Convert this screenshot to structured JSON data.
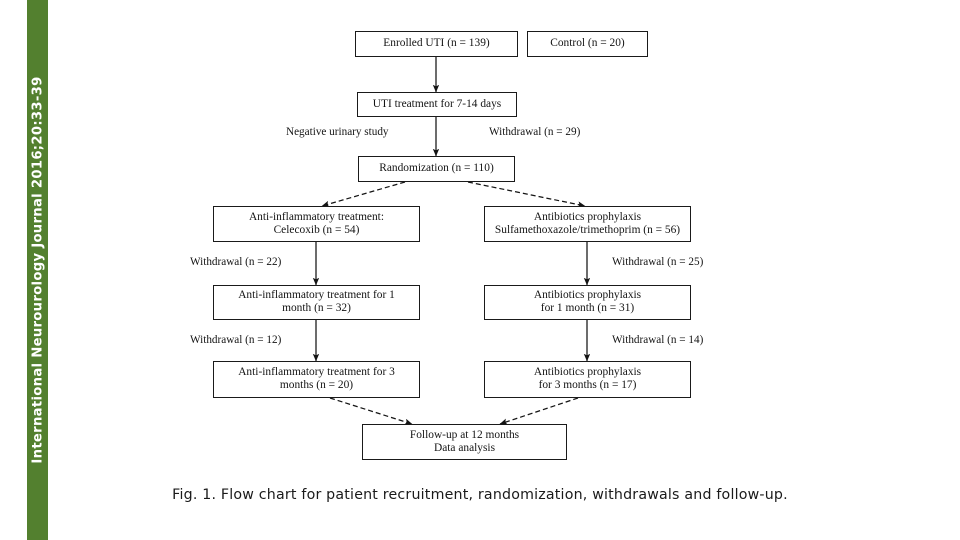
{
  "journal": {
    "spine_text": "International Neurourology Journal 2016;20:33-39",
    "spine_color": "#53802F"
  },
  "figure": {
    "caption": "Fig. 1. Flow chart for patient recruitment, randomization, withdrawals and follow-up."
  },
  "chart_data": {
    "type": "diagram",
    "title": "Flow chart for patient recruitment, randomization, withdrawals and follow-up",
    "diagram_kind": "CONSORT participant flow chart",
    "nodes": [
      {
        "id": "enrolled",
        "label": "Enrolled UTI (n = 139)",
        "n": 139
      },
      {
        "id": "control",
        "label": "Control (n = 20)",
        "n": 20
      },
      {
        "id": "treatment",
        "label": "UTI treatment for 7-14 days",
        "n": null
      },
      {
        "id": "randomization",
        "label": "Randomization (n = 110)",
        "n": 110
      },
      {
        "id": "celecoxib",
        "line1": "Anti-inflammatory treatment:",
        "line2": "Celecoxib (n = 54)",
        "n": 54
      },
      {
        "id": "antibiotics",
        "line1": "Antibiotics prophylaxis",
        "line2": "Sulfamethoxazole/trimethoprim (n = 56)",
        "n": 56
      },
      {
        "id": "celecoxib_1m",
        "line1": "Anti-inflammatory treatment for 1",
        "line2": "month (n = 32)",
        "n": 32
      },
      {
        "id": "antibiotics_1m",
        "line1": "Antibiotics prophylaxis",
        "line2": "for 1 month (n = 31)",
        "n": 31
      },
      {
        "id": "celecoxib_3m",
        "line1": "Anti-inflammatory treatment for 3",
        "line2": "months (n = 20)",
        "n": 20
      },
      {
        "id": "antibiotics_3m",
        "line1": "Antibiotics prophylaxis",
        "line2": "for 3 months (n = 17)",
        "n": 17
      },
      {
        "id": "followup",
        "line1": "Follow-up at 12 months",
        "line2": "Data analysis",
        "n": null
      }
    ],
    "side_labels": [
      {
        "id": "negative-urinary-study",
        "text": "Negative urinary study",
        "side": "left"
      },
      {
        "id": "withdrawal-29",
        "text": "Withdrawal (n = 29)",
        "side": "right",
        "n": 29
      },
      {
        "id": "withdrawal-22",
        "text": "Withdrawal (n = 22)",
        "side": "left",
        "n": 22
      },
      {
        "id": "withdrawal-25",
        "text": "Withdrawal (n = 25)",
        "side": "right",
        "n": 25
      },
      {
        "id": "withdrawal-12",
        "text": "Withdrawal (n = 12)",
        "side": "left",
        "n": 12
      },
      {
        "id": "withdrawal-14",
        "text": "Withdrawal (n = 14)",
        "side": "right",
        "n": 14
      }
    ],
    "edges": [
      {
        "from": "enrolled",
        "to": "treatment",
        "style": "solid-arrow"
      },
      {
        "from": "treatment",
        "to": "randomization",
        "style": "solid-arrow"
      },
      {
        "from": "randomization",
        "to": "celecoxib",
        "style": "dashed-arrow"
      },
      {
        "from": "randomization",
        "to": "antibiotics",
        "style": "dashed-arrow"
      },
      {
        "from": "celecoxib",
        "to": "celecoxib_1m",
        "style": "solid-arrow"
      },
      {
        "from": "antibiotics",
        "to": "antibiotics_1m",
        "style": "solid-arrow"
      },
      {
        "from": "celecoxib_1m",
        "to": "celecoxib_3m",
        "style": "solid-arrow"
      },
      {
        "from": "antibiotics_1m",
        "to": "antibiotics_3m",
        "style": "solid-arrow"
      },
      {
        "from": "celecoxib_3m",
        "to": "followup",
        "style": "dashed-arrow"
      },
      {
        "from": "antibiotics_3m",
        "to": "followup",
        "style": "dashed-arrow"
      }
    ]
  }
}
